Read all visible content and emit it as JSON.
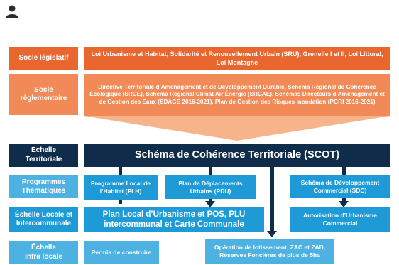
{
  "header": {
    "user_icon": "user-icon"
  },
  "labels": {
    "socle_legislatif": "Socle législatif",
    "socle_reglementaire": "Socle règlementaire",
    "echelle_territoriale": "Échelle Territoriale",
    "programmes_thematiques": "Programmes Thématiques",
    "echelle_locale": "Échelle Locale et Intercommunale",
    "echelle_infra": "Échelle Infra locale"
  },
  "content": {
    "lois": "Loi Urbanisme et Habitat, Solidarité et Renouvellement Urbain (SRU), Grenelle I et II, Loi Littoral, Loi Montagne",
    "directives": "Directive Territoriale d’Aménagement et de Développement Durable, Schéma Régional de Cohérence Écologique (SRCE), Schéma Régional Climat Air Énergie (SRCAE), Schémas Directeurs d’Aménagement et de Gestion des Eaux (SDAGE 2016-2021), Plan de Gestion des Risques Inondation (PGRI 2016-2021)",
    "scot": "Schéma de Cohérence Territoriale (SCOT)",
    "plh": "Programme Local de l’Habitat (PLH)",
    "pdu": "Plan de Déplacements Urbains (PDU)",
    "sdc": "Schéma de Développement Commercial (SDC)",
    "plu": "Plan Local d’Urbanisme et POS, PLU intercommunal et Carte Communale",
    "autorisation": "Autorisation d’Urbanisme Commercial",
    "permis": "Permis de construire",
    "operation": "Opération de lotissement, ZAC et ZAD, Réserves Foncières de plus de 5ha"
  },
  "colors": {
    "orange_dark": "#e9662f",
    "orange_light": "#f18a56",
    "funnel": "#f7b48a",
    "navy": "#0f2d4a",
    "blue": "#1e9bd7",
    "light_blue": "#4db1e1"
  }
}
